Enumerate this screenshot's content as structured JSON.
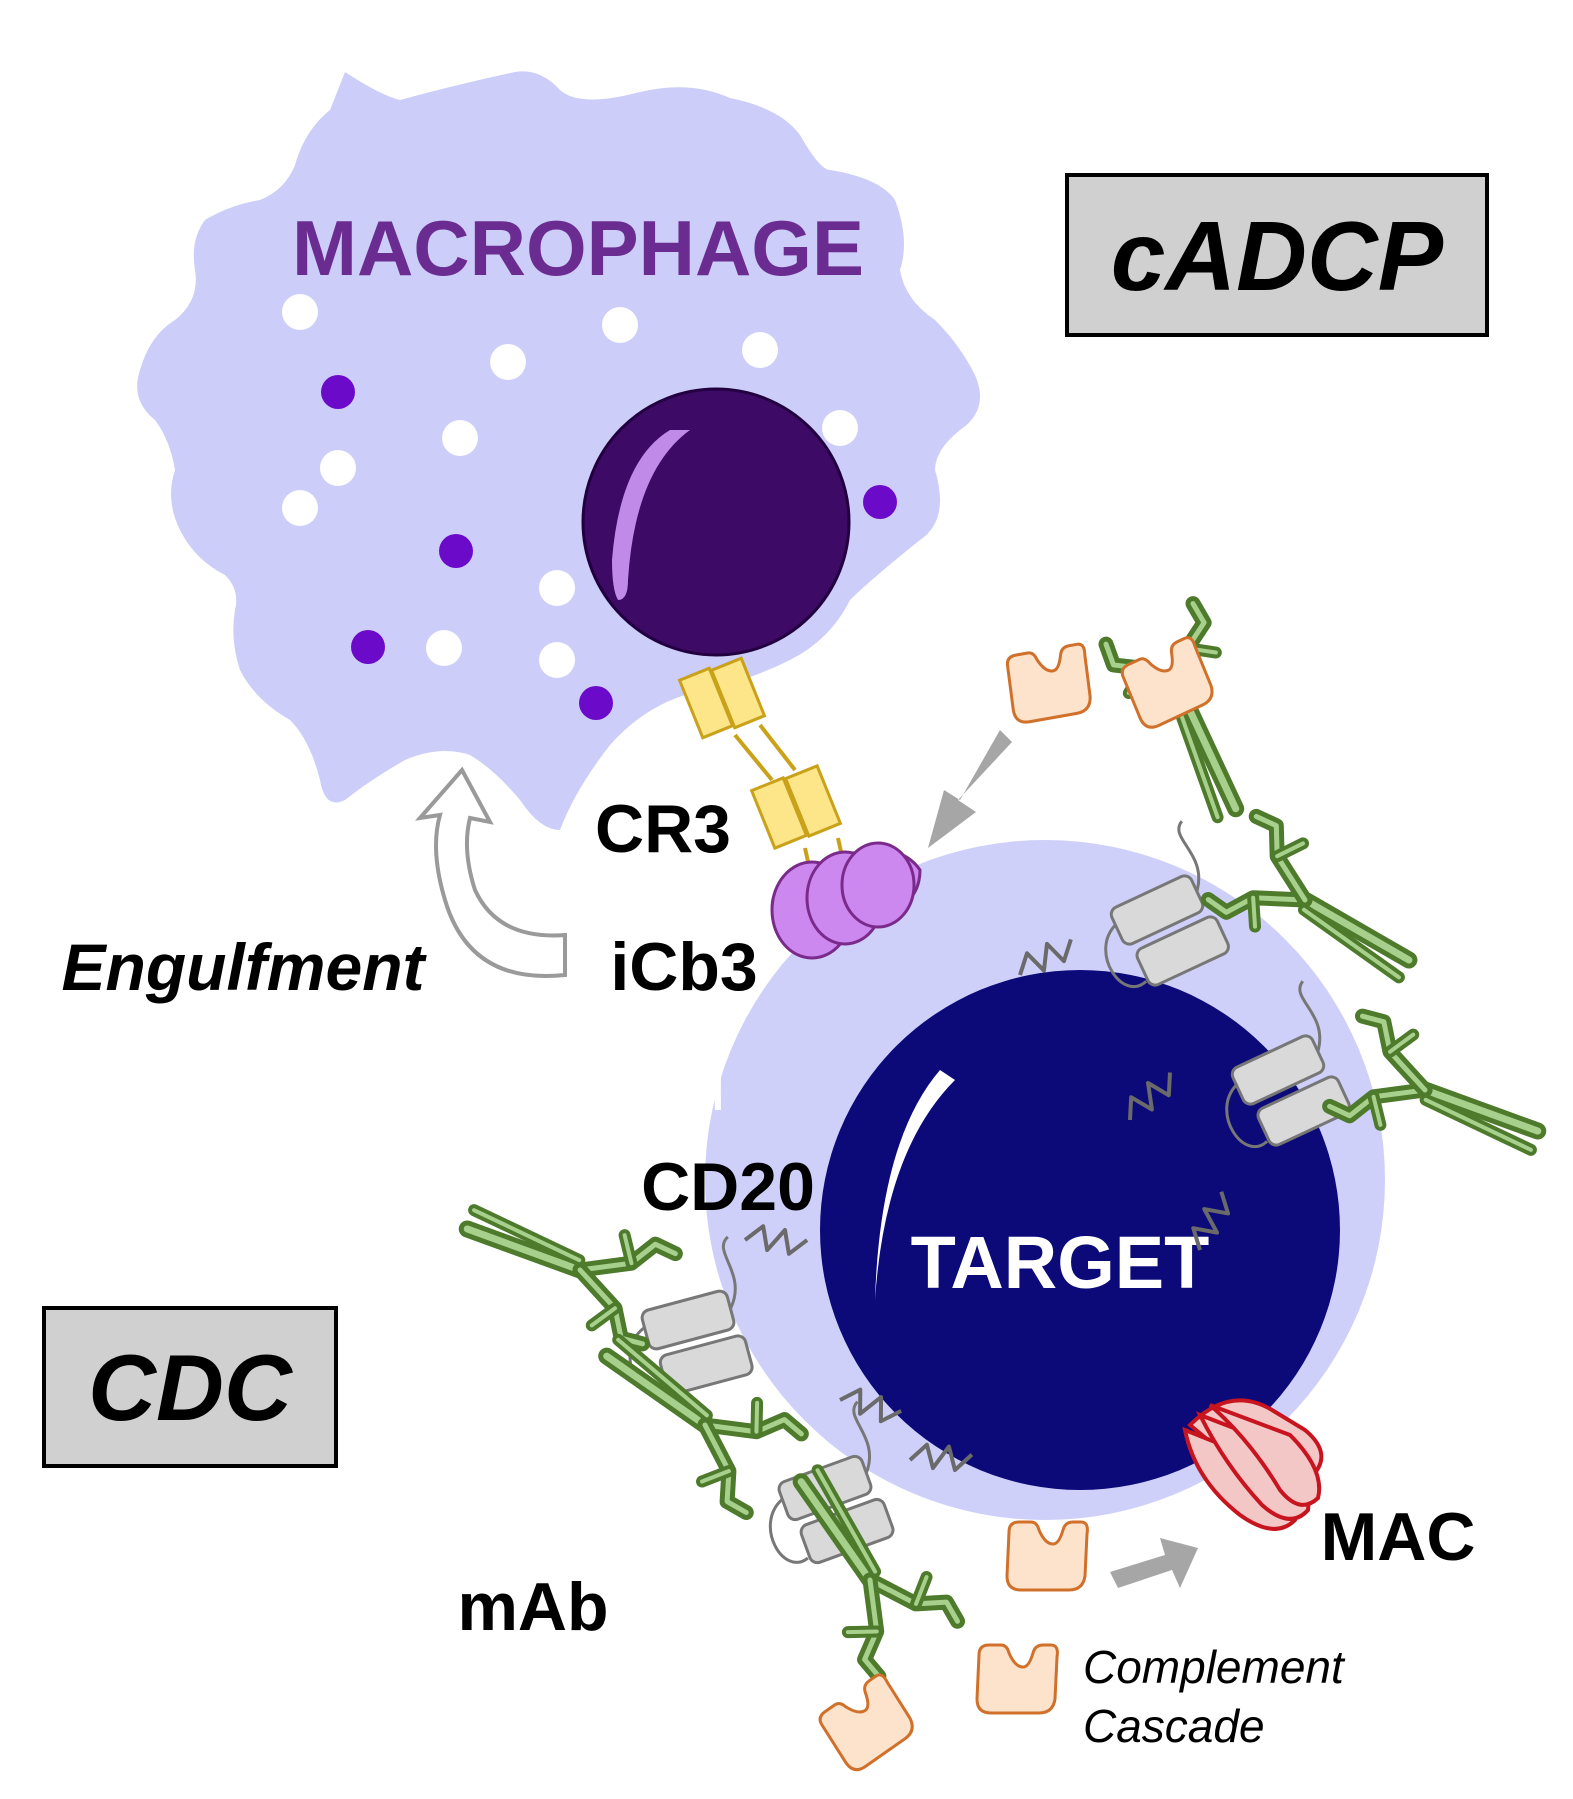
{
  "labels": {
    "macrophage": "MACROPHAGE",
    "cadcp": "cADCP",
    "cr3": "CR3",
    "engulfment": "Engulfment",
    "icb3": "iCb3",
    "cd20": "CD20",
    "target": "TARGET",
    "cdc": "CDC",
    "mac": "MAC",
    "mab": "mAb",
    "complement_line1": "Complement",
    "complement_line2": "Cascade"
  },
  "colors": {
    "macrophage_fill": "#cccdf9",
    "macrophage_text": "#6b2c91",
    "macrophage_nucleus": "#3d0a66",
    "granule_purple": "#6c0ac9",
    "target_halo": "#cfd0f9",
    "target_nucleus": "#0b0a78",
    "cr3_fill": "#fde58a",
    "cr3_stroke": "#c9a21a",
    "icb3_fill": "#cc88ee",
    "icb3_stroke": "#7a2a8a",
    "antibody_fill": "#a8d08d",
    "antibody_stroke": "#4e7a2c",
    "cd20_fill": "#d9d9d9",
    "cd20_stroke": "#777777",
    "complement_fill": "#fde3cc",
    "complement_stroke": "#d0702a",
    "mac_fill": "#f4c7c7",
    "mac_stroke": "#c8141e",
    "label_box_fill": "#d0d0d0",
    "arrow_gray": "#a6a6a6"
  },
  "icons": [
    "macrophage-cell",
    "nucleus",
    "cr3-receptor",
    "icb3-fragment",
    "antibody-y",
    "cd20-tetraspan",
    "complement-protein",
    "mac-pore",
    "curved-arrow",
    "straight-arrow"
  ]
}
